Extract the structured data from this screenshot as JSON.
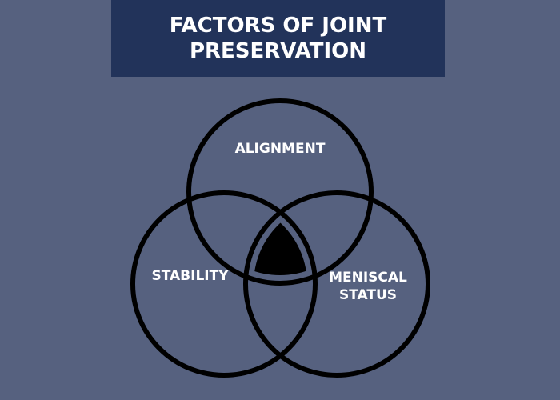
{
  "header": {
    "title": "FACTORS OF JOINT PRESERVATION",
    "background": "#22335a"
  },
  "page": {
    "background": "#56617f"
  },
  "venn": {
    "sets": [
      {
        "label": "ALIGNMENT",
        "position": "top"
      },
      {
        "label": "STABILITY",
        "position": "left"
      },
      {
        "label": "MENISCAL STATUS",
        "line1": "MENISCAL",
        "line2": "STATUS",
        "position": "right"
      }
    ],
    "center": {
      "label": "",
      "fill": "#000000"
    },
    "stroke_color": "#000000"
  }
}
